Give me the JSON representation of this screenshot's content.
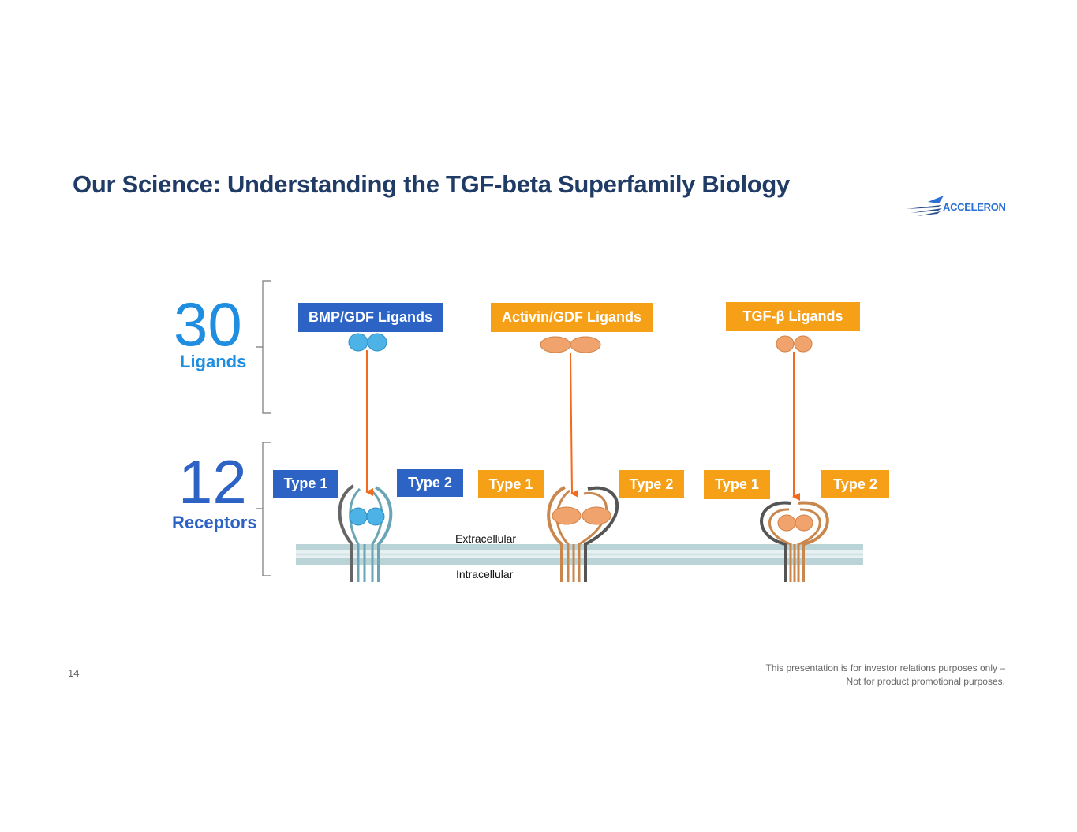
{
  "title": "Our Science: Understanding the TGF-beta Superfamily Biology",
  "logo": {
    "text": "ACCELERON"
  },
  "counts": {
    "ligands": {
      "number": "30",
      "label": "Ligands"
    },
    "receptors": {
      "number": "12",
      "label": "Receptors"
    }
  },
  "ligand_groups": [
    {
      "label": "BMP/GDF Ligands",
      "color": "#2c63c5",
      "type1": "Type 1",
      "type2": "Type 2"
    },
    {
      "label": "Activin/GDF Ligands",
      "color": "#f5a016",
      "type1": "Type 1",
      "type2": "Type 2"
    },
    {
      "label": "TGF-β Ligands",
      "color": "#f5a016",
      "type1": "Type 1",
      "type2": "Type 2"
    }
  ],
  "membrane": {
    "extracellular": "Extracellular",
    "intracellular": "Intracellular"
  },
  "page_number": "14",
  "disclaimer": {
    "line1": "This presentation is for investor relations purposes only –",
    "line2": "Not for product promotional purposes."
  },
  "colors": {
    "title": "#1f3b66",
    "blue": "#2c63c5",
    "light_blue": "#1f8ee0",
    "orange": "#f5a016",
    "arrow": "#f26a1b"
  }
}
